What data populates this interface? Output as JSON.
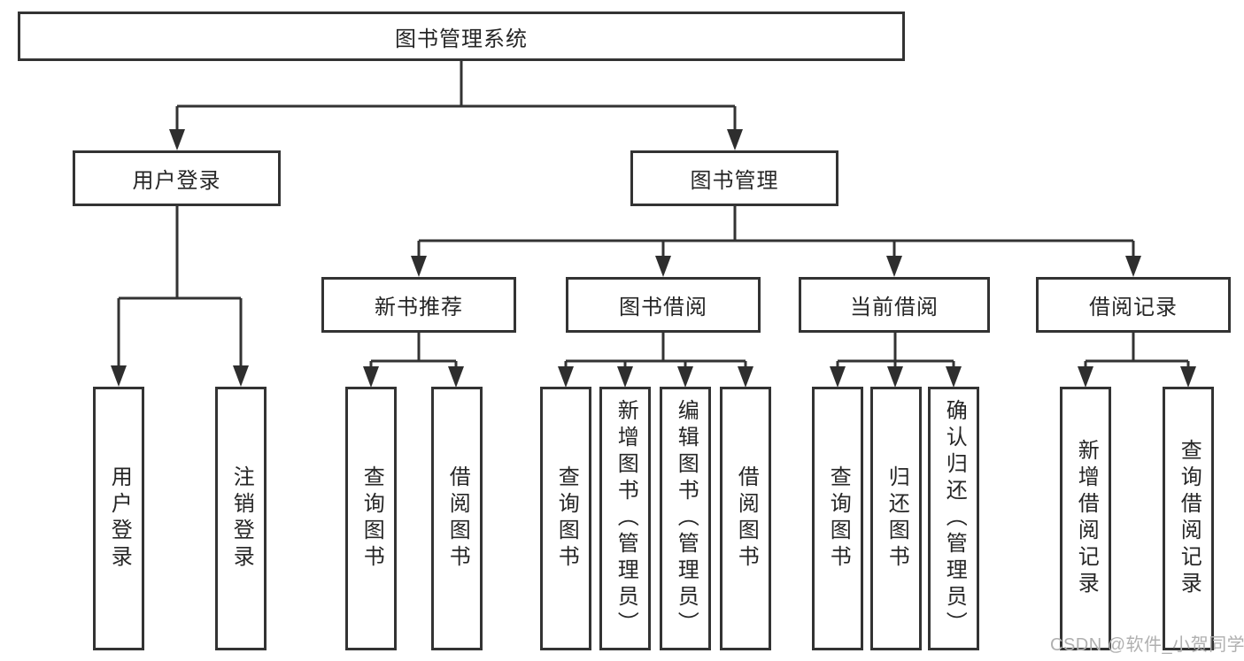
{
  "nodes": {
    "root": "图书管理系统",
    "userLogin": "用户登录",
    "bookMgmt": "图书管理",
    "newBookRec": "新书推荐",
    "bookBorrow": "图书借阅",
    "currentBorrow": "当前借阅",
    "borrowRecord": "借阅记录",
    "leafUserLogin": "用户登录",
    "leafLogout": "注销登录",
    "leafQueryBookRec": "查询图书",
    "leafBorrowBookRec": "借阅图书",
    "leafQueryBookBor": "查询图书",
    "leafAddBook": "新增图书（管理员）",
    "leafEditBook": "编辑图书（管理员）",
    "leafBorrowBookBor": "借阅图书",
    "leafQueryBookCur": "查询图书",
    "leafReturnBook": "归还图书",
    "leafConfirmReturn": "确认归还（管理员）",
    "leafAddBorrowRecord": "新增借阅记录",
    "leafQueryBorrowRecord": "查询借阅记录"
  },
  "watermark": "CSDN @软件_小贺同学",
  "colors": {
    "line": "#333333",
    "border": "#333333",
    "arrow": "#2e2e2e",
    "text": "#262626",
    "watermark": "#b0b0b0",
    "background": "#ffffff"
  }
}
